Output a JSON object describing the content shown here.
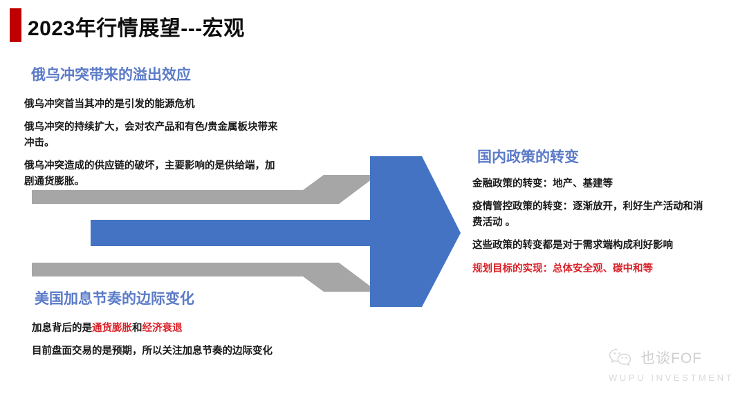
{
  "slide": {
    "title": "2023年行情展望---宏观",
    "accent_bar_color": "#C00000",
    "heading_color": "#5B7BC8",
    "arrow_blue": "#4473C4",
    "arrow_gray": "#A6A6A6",
    "highlight_red": "#D9232A"
  },
  "sections": {
    "top_left": {
      "heading": "俄乌冲突带来的溢出效应",
      "paragraphs": [
        "俄乌冲突首当其冲的是引发的能源危机",
        "俄乌冲突的持续扩大，会对农产品和有色/贵金属板块带来冲击。",
        "俄乌冲突造成的供应链的破坏，主要影响的是供给端，加剧通货膨胀。"
      ]
    },
    "bottom_left": {
      "heading": "美国加息节奏的边际变化",
      "line1_prefix": "加息背后的是",
      "line1_red1": "通货膨胀",
      "line1_mid": "和",
      "line1_red2": "经济衰退",
      "paragraph2": "目前盘面交易的是预期，所以关注加息节奏的边际变化"
    },
    "right": {
      "heading": "国内政策的转变",
      "paragraphs": [
        "金融政策的转变：地产、基建等",
        "疫情管控政策的转变：逐渐放开，利好生产活动和消费活动 。",
        "这些政策的转变都是对于需求端构成利好影响"
      ],
      "red_paragraph": "规划目标的实现：总体安全观、碳中和等"
    }
  },
  "graphics": {
    "arrow_top_gray": "gray-arrow-pointing-down-right",
    "arrow_middle_blue": "blue-arrow-pointing-right",
    "arrow_bottom_gray": "gray-arrow-pointing-up-right"
  },
  "watermark": {
    "icon": "wechat-icon",
    "brand": "也谈FOF",
    "company": "WUPU INVESTMENT"
  }
}
